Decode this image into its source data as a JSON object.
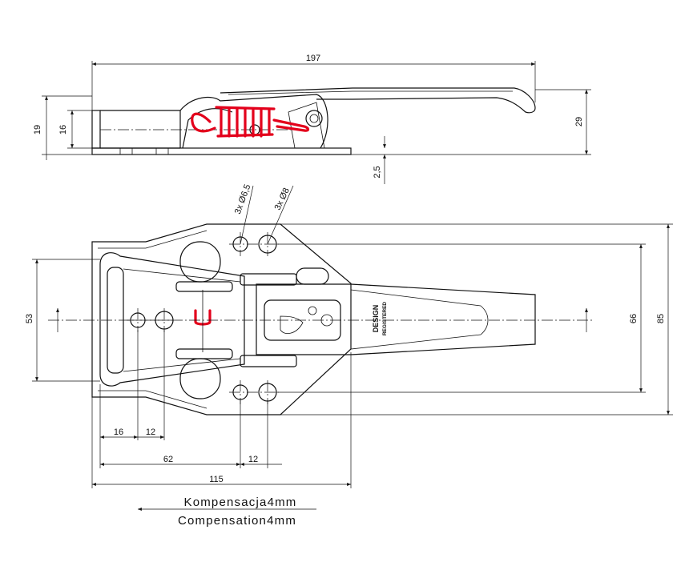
{
  "side_view": {
    "dims": {
      "overall_length": "197",
      "total_height": "19",
      "body_height": "16",
      "lever_height": "29",
      "base_thickness": "2,5"
    }
  },
  "plan_view": {
    "holes_small_label": "3x Ø6,5",
    "holes_large_label": "3x Ø8",
    "dims": {
      "width_inner": "53",
      "hole_spacing": "66",
      "overall_width": "85",
      "offset_16": "16",
      "pitch_12_left": "12",
      "offset_62": "62",
      "pitch_12_right": "12",
      "base_length": "115"
    },
    "logo": {
      "design": "DESIGN",
      "registered": "REGISTERED"
    }
  },
  "notes": {
    "compensation_pl": "Kompensacja4mm",
    "compensation_en": "Compensation4mm"
  },
  "colors": {
    "line": "#111111",
    "spring": "#e3001b"
  }
}
